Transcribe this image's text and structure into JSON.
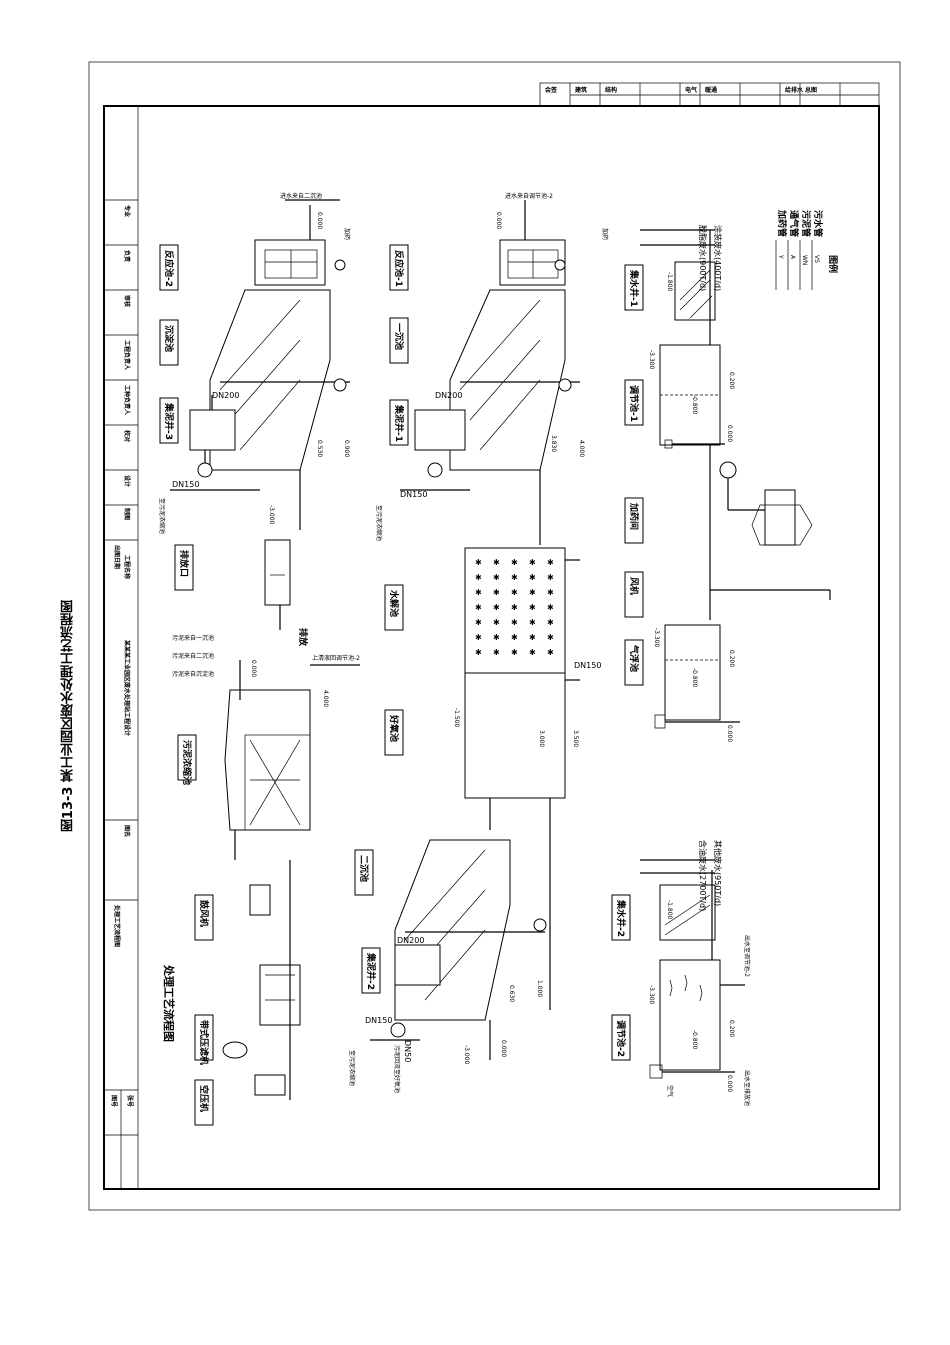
{
  "figure_caption": "图13-3 某工业园区废水处理工艺流程图",
  "drawing_title": "处理工艺流程图",
  "title_block": {
    "rows": [
      "专业",
      "负责",
      "审核",
      "工程负责人",
      "工种负责人",
      "校对",
      "设计",
      "制图",
      "出图日期"
    ],
    "project_name_label": "工程名称",
    "project_name": "某某某工业园区废水处理站工程设计",
    "drawing_label": "图名",
    "drawing_number_label": "图号",
    "sheet_label": "张号",
    "top_cells": [
      "会签",
      "建筑",
      "结构",
      "电气",
      "暖通",
      "给排水",
      "总图"
    ]
  },
  "legend": {
    "title": "图例",
    "items": [
      {
        "code": "VS",
        "name": "污水管"
      },
      {
        "code": "WN",
        "name": "污泥管"
      },
      {
        "code": "A",
        "name": "通气管"
      },
      {
        "code": "Y",
        "name": "加药管"
      }
    ]
  },
  "inflows": {
    "a": "脱脂废水(900T/d)",
    "b": "涂装废水(400T/d)",
    "c": "含油废水(2700T/d)",
    "d": "其他废水(950T/d)"
  },
  "units": {
    "collect1": "集水井-1",
    "regulate1": "调节池-1",
    "air_float": "气浮池",
    "collect2": "集水井-2",
    "regulate2": "调节池-2",
    "reaction1": "反应池-1",
    "sed1": "一沉池",
    "sludge_pit1": "集泥井-1",
    "reaction2": "反应池-2",
    "sed_mid": "沉淀池",
    "sludge_pit3": "集泥井-3",
    "hydrolysis": "水解池",
    "aeration": "好氧池",
    "sed2": "二沉池",
    "sludge_pit2": "集泥井-2",
    "outlet": "排放口",
    "sludge_tank": "污泥浓缩池",
    "dosing": "加药间",
    "belt_press": "带式压滤机",
    "air_comp": "空压机",
    "blower": "鼓风机",
    "fan": "风机"
  },
  "elevations": {
    "e1": "-1.800",
    "e2": "-3.300",
    "e3": "0.200",
    "e4": "-0.800",
    "e5": "0.000",
    "e6": "3.830",
    "e7": "4.000",
    "e8": "0.530",
    "e9": "0.900",
    "e10": "-3.000",
    "e11": "3.000",
    "e12": "3.500",
    "e13": "-1.500",
    "e14": "1.000",
    "e15": "0.630"
  },
  "pipes": {
    "dn200": "DN200",
    "dn150": "DN150",
    "dn50": "DN50"
  },
  "notes": {
    "n1": "进水来自二沉池",
    "n2": "进水来自调节池-2",
    "n3": "出水至调节池-2",
    "n4": "污泥来自一沉池",
    "n5": "污泥来自二沉池",
    "n6": "污泥来自沉淀池",
    "n7": "上清液回调节池-2",
    "n8": "污泥回流至好氧池",
    "n9": "出水至排放池",
    "n10": "至污泥浓缩池",
    "discharge": "排放",
    "dosing_label": "加药",
    "air": "空气"
  }
}
